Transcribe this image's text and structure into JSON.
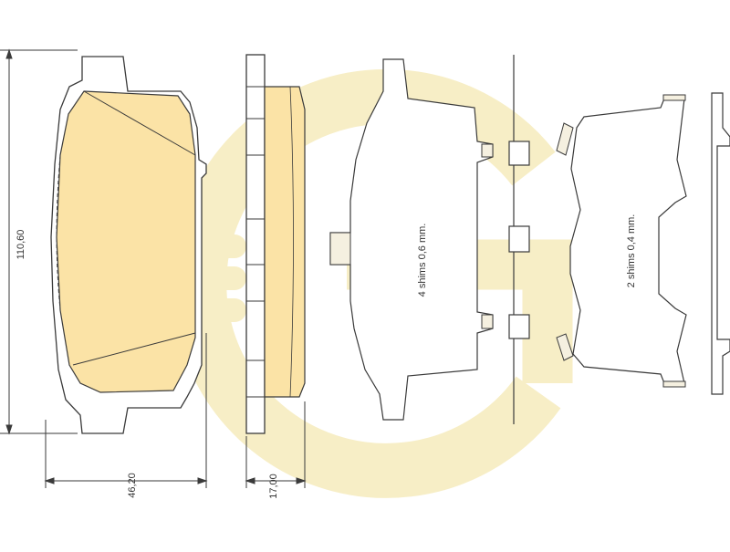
{
  "colors": {
    "line": "#3a3a3a",
    "pad_fill": "#fbe3a6",
    "logo": "#f7eec6",
    "background": "#ffffff"
  },
  "dimensions": {
    "height_label": "110,60",
    "width_label": "46,20",
    "thickness_label": "17,00"
  },
  "shims": {
    "left_note": "4 shims 0,6 mm.",
    "right_note": "2 shims 0,4 mm."
  },
  "icons": {
    "watermark": "brand-logo-watermark"
  }
}
